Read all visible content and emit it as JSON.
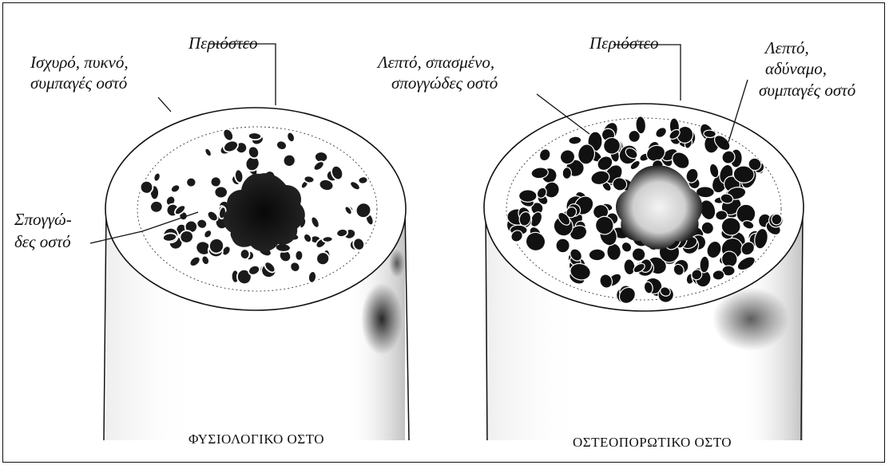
{
  "normal_bone": {
    "periosteum_label": "Περιόστεο",
    "compact_label_line1": "Ισχυρό, πυκνό,",
    "compact_label_line2": "συμπαγές οστό",
    "spongy_label_line1": "Σπογγώ-",
    "spongy_label_line2": "δες οστό",
    "caption": "ΦΥΣΙΟΛΟΓΙΚΟ ΟΣΤΟ"
  },
  "osteoporotic_bone": {
    "periosteum_label": "Περιόστεο",
    "spongy_label_line1": "Λεπτό, σπασμένο,",
    "spongy_label_line2": "σπογγώδες οστό",
    "compact_label_line1": "Λεπτό,",
    "compact_label_line2": "αδύναμο,",
    "compact_label_line3": "συμπαγές οστό",
    "caption": "ΟΣΤΕΟΠΟΡΩΤΙΚΟ ΟΣΤΟ"
  },
  "colors": {
    "ink": "#111111",
    "paper": "#ffffff",
    "shade": "#6a6a6a"
  }
}
